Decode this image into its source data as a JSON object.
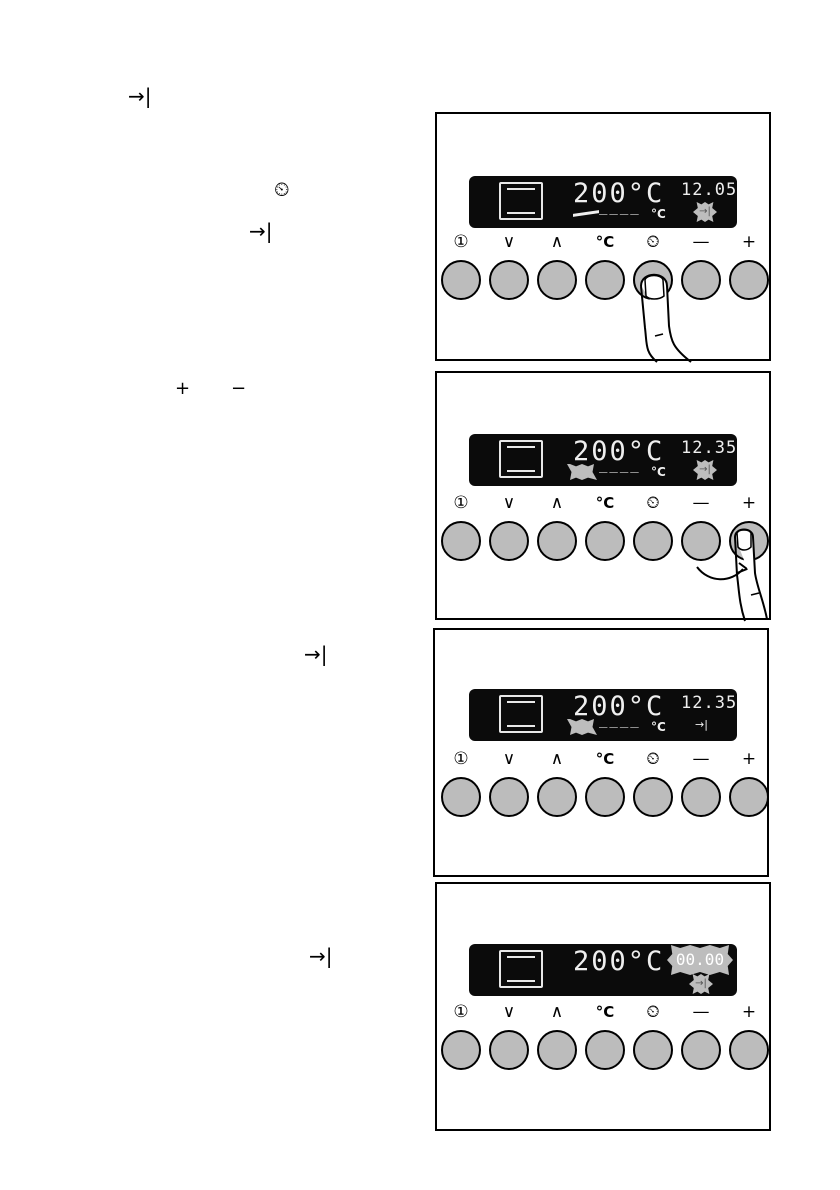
{
  "left_symbols": {
    "s1": "→|",
    "s2": "⏲",
    "s3": "→|",
    "s4": "+",
    "s5": "−",
    "s6": "→|",
    "s7": "→|"
  },
  "key_labels": [
    "①",
    "∨",
    "∧",
    "°C",
    "⏲",
    "—",
    "+"
  ],
  "panels": [
    {
      "temp": "200°C",
      "clock": "12.05",
      "indicator": "→|"
    },
    {
      "temp": "200°C",
      "clock": "12.35",
      "indicator": "→|"
    },
    {
      "temp": "200°C",
      "clock": "12.35",
      "indicator": "→|"
    },
    {
      "temp": "200°C",
      "clock": "00.00",
      "indicator": "→|"
    }
  ],
  "units": {
    "probe": "°C"
  },
  "dashes": "____",
  "colors": {
    "display_bg": "#0b0b0b",
    "key_fill": "#bcbcbc",
    "segment": "#efefef",
    "flash": "#bdbdbd"
  },
  "icons": [
    "oven-icon",
    "timer-probe-icon",
    "end-time-icon",
    "finger-press-icon"
  ]
}
